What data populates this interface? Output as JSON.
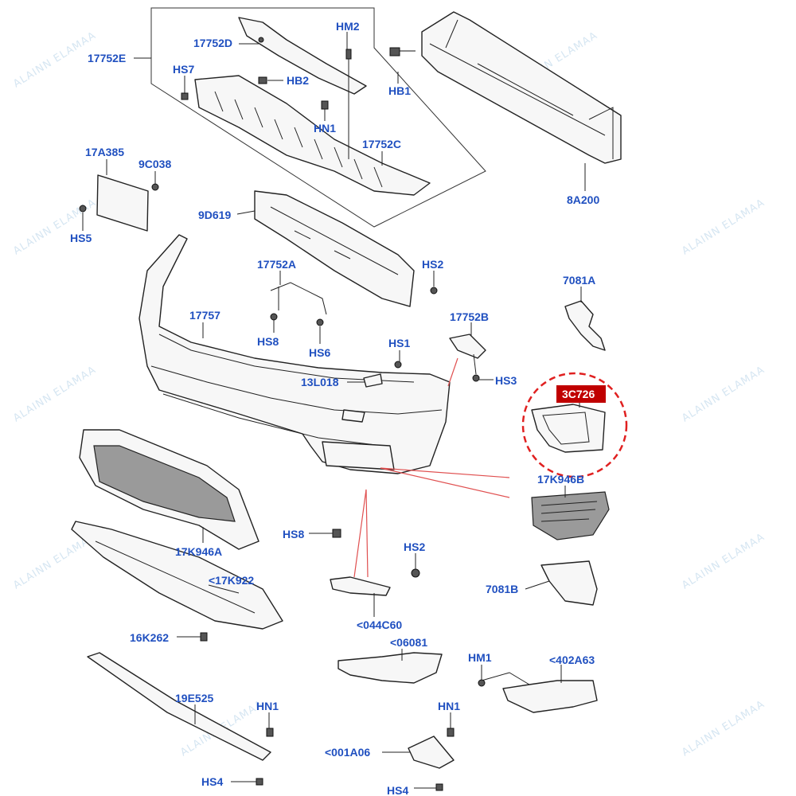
{
  "watermark": "ALAINN ELAMAA",
  "labels": {
    "l17752E": "17752E",
    "l17752D": "17752D",
    "lHM2": "HM2",
    "lHB1": "HB1",
    "lHS7": "HS7",
    "lHB2": "HB2",
    "lHN1a": "HN1",
    "l17752C": "17752C",
    "l17A385": "17A385",
    "l9C038": "9C038",
    "lHS5": "HS5",
    "l9D619": "9D619",
    "l8A200": "8A200",
    "l17752A": "17752A",
    "lHS2a": "HS2",
    "l7081A": "7081A",
    "l17757": "17757",
    "lHS8a": "HS8",
    "lHS6": "HS6",
    "l17752B": "17752B",
    "lHS1": "HS1",
    "l13L018": "13L018",
    "lHS3": "HS3",
    "l3C726": "3C726",
    "l17K946B": "17K946B",
    "lHS8b": "HS8",
    "l17K946A": "17K946A",
    "lHS2b": "HS2",
    "l17K922": "<17K922",
    "l7081B": "7081B",
    "l044C60": "<044C60",
    "l16K262": "16K262",
    "l06081": "<06081",
    "lHM1": "HM1",
    "l402A63": "<402A63",
    "l19E525": "19E525",
    "lHN1b": "HN1",
    "lHN1c": "HN1",
    "l001A06": "<001A06",
    "lHS4a": "HS4",
    "lHS4b": "HS4"
  },
  "colors": {
    "label_text": "#2050c0",
    "highlight_fill": "#c00000",
    "highlight_circle": "#e02020",
    "watermark": "#d6e6f2"
  }
}
